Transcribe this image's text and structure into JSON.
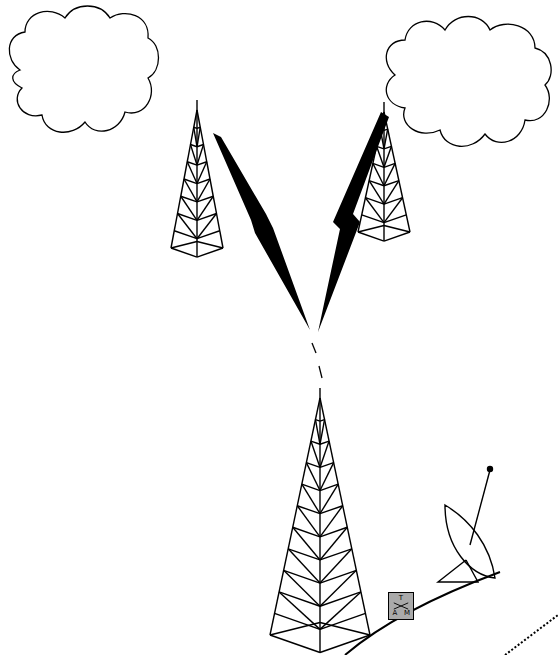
{
  "diagram": {
    "nodes": [
      {
        "text": [
          "T",
          "A",
          "M"
        ]
      }
    ]
  }
}
